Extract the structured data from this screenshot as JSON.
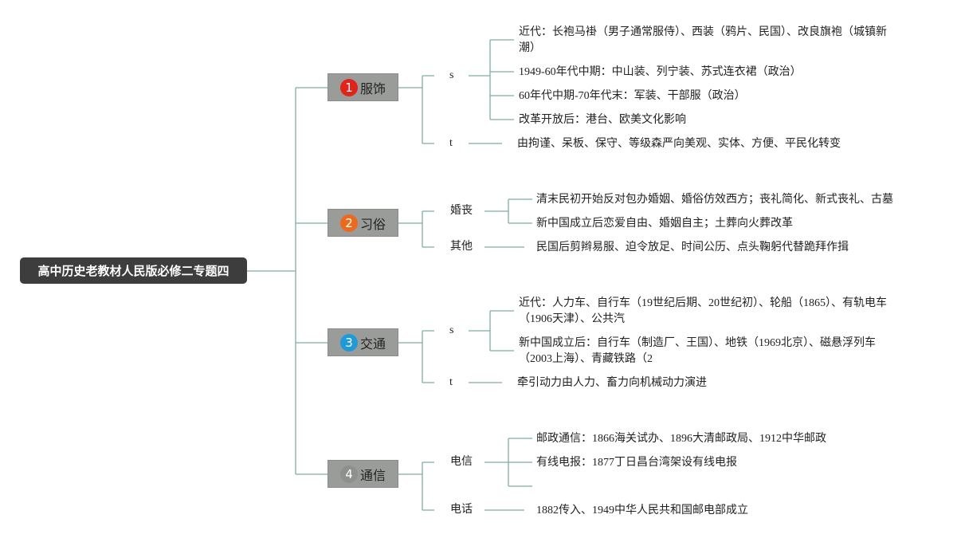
{
  "root": {
    "title": "高中历史老教材人民版必修二专题四"
  },
  "branches": [
    {
      "num": "1",
      "label": "服饰",
      "color": "#e2231a",
      "subs": [
        {
          "label": "s",
          "items": [
            "近代：长袍马褂（男子通常服侍）、西装（鸦片、民国）、改良旗袍（城镇新潮）",
            "1949-60年代中期：中山装、列宁装、苏式连衣裙（政治）",
            "60年代中期-70年代末：军装、干部服（政治）",
            "改革开放后：港台、欧美文化影响"
          ]
        },
        {
          "label": "t",
          "items": [
            "由拘谨、呆板、保守、等级森严向美观、实体、方便、平民化转变"
          ]
        }
      ]
    },
    {
      "num": "2",
      "label": "习俗",
      "color": "#ea6a1e",
      "subs": [
        {
          "label": "婚丧",
          "items": [
            "清末民初开始反对包办婚姻、婚俗仿效西方；丧礼简化、新式丧礼、古墓",
            "新中国成立后恋爱自由、婚姻自主；土葬向火葬改革"
          ]
        },
        {
          "label": "其他",
          "items": [
            "民国后剪辫易服、迫令放足、时间公历、点头鞠躬代替跪拜作揖"
          ]
        }
      ]
    },
    {
      "num": "3",
      "label": "交通",
      "color": "#1f9ad6",
      "subs": [
        {
          "label": "s",
          "items": [
            "近代：人力车、自行车（19世纪后期、20世纪初）、轮船（1865）、有轨电车（1906天津）、公共汽",
            "新中国成立后：自行车（制造厂、王国）、地铁（1969北京）、磁悬浮列车（2003上海）、青藏铁路（2"
          ]
        },
        {
          "label": "t",
          "items": [
            "牵引动力由人力、畜力向机械动力演进"
          ]
        }
      ]
    },
    {
      "num": "4",
      "label": "通信",
      "color": "#8e908e",
      "subs": [
        {
          "label": "电信",
          "items": [
            "邮政通信：1866海关试办、1896大清邮政局、1912中华邮政",
            "有线电报：1877丁日昌台湾架设有线电报",
            ""
          ]
        },
        {
          "label": "电话",
          "items": [
            "1882传入、1949中华人民共和国邮电部成立"
          ]
        }
      ]
    }
  ]
}
